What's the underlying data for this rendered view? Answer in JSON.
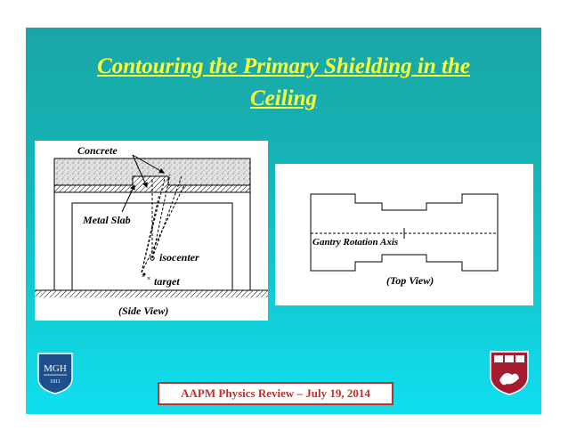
{
  "slide": {
    "title_line1": "Contouring the Primary Shielding in the",
    "title_line2": "Ceiling",
    "footer": "AAPM Physics Review – July 19, 2014"
  },
  "side_view": {
    "concrete_label": "Concrete",
    "metal_slab_label": "Metal Slab",
    "isocenter_label": "isocenter",
    "target_label": "target",
    "caption": "(Side View)"
  },
  "top_view": {
    "axis_label": "Gantry Rotation Axis",
    "caption": "(Top View)"
  },
  "logos": {
    "mgh_text": "MGH",
    "mgh_year": "1811"
  },
  "colors": {
    "title": "#ffff33",
    "footer_text": "#c0302a",
    "mgh_blue": "#1f4e8c",
    "harvard_crimson": "#a51c30"
  }
}
